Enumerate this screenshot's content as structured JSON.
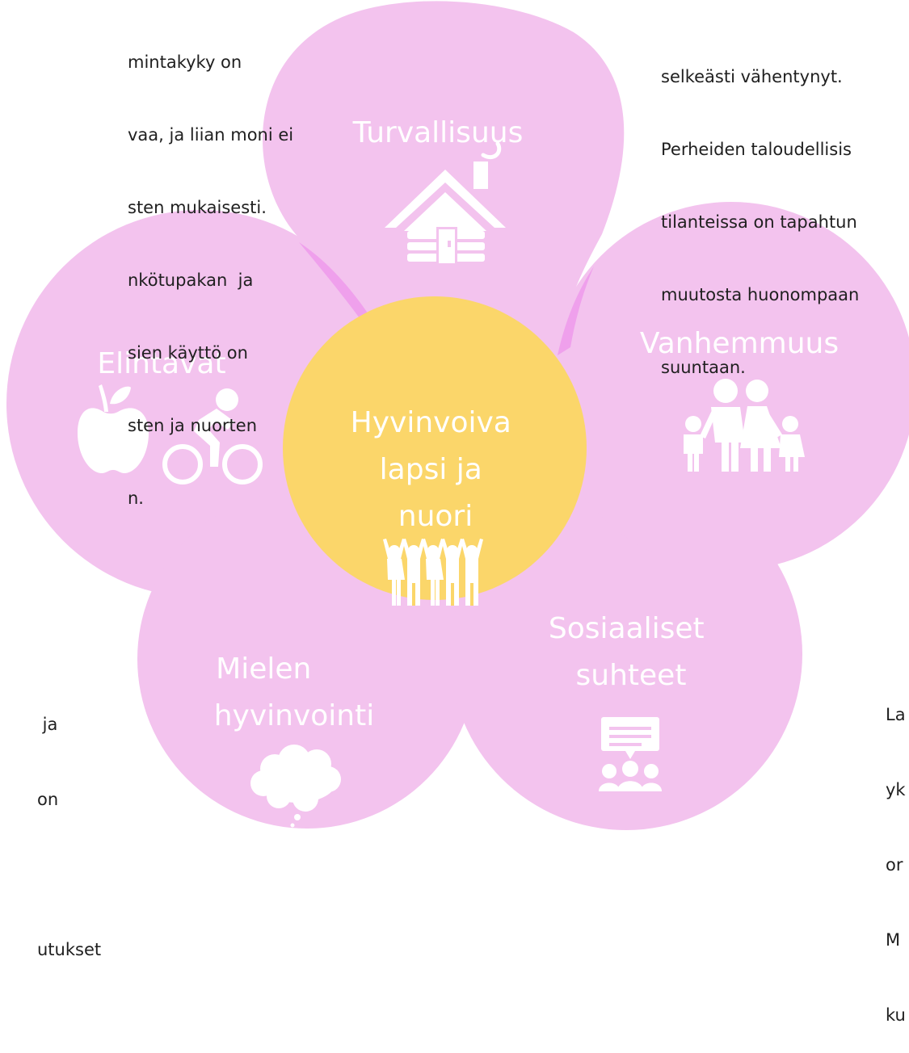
{
  "diagram": {
    "center": {
      "lines": [
        "Hyvinvoiva",
        "lapsi ja",
        "nuori"
      ],
      "icon": "children-group-icon",
      "color": "#FBD66A"
    },
    "petal_color": "#F3C3EE",
    "petal_overlap_color": "#EFA0EC",
    "label_color": "#ffffff",
    "petals": [
      {
        "key": "turvallisuus",
        "lines": [
          "Turvallisuus"
        ],
        "icon": "log-cabin-icon"
      },
      {
        "key": "vanhemmuus",
        "lines": [
          "Vanhemmuus"
        ],
        "icon": "family-icon"
      },
      {
        "key": "sosiaaliset",
        "lines": [
          "Sosiaaliset",
          "suhteet"
        ],
        "icon": "conversation-group-icon"
      },
      {
        "key": "mielen",
        "lines": [
          "Mielen",
          "hyvinvointi"
        ],
        "icon": "thought-cloud-icon"
      },
      {
        "key": "elintavat",
        "lines": [
          "Elintavat"
        ],
        "icon": "apple-and-cyclist-icon"
      }
    ]
  },
  "side_texts": {
    "top_left": [
      "mintakyky on",
      "vaa, ja liian moni ei",
      "sten mukaisesti.",
      "nkötupakan  ja",
      "sien käyttö on",
      "sten ja nuorten",
      "n."
    ],
    "top_right": [
      "selkeästi vähentynyt.",
      "Perheiden taloudellisis",
      "tilanteissa on tapahtun",
      "muutosta huonompaan",
      "suuntaan."
    ],
    "bottom_left": [
      " ja",
      "on",
      "",
      "utukset"
    ],
    "bottom_right": [
      "La",
      "yk",
      "or",
      "M",
      "ku"
    ]
  }
}
